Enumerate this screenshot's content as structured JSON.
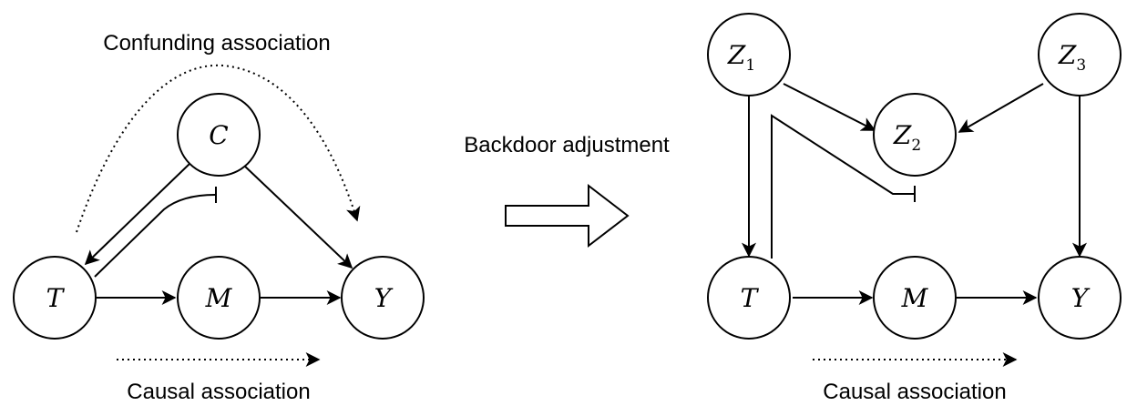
{
  "left_diagram": {
    "title": "Confunding association",
    "footer": "Causal association",
    "nodes": {
      "c": {
        "label": "C",
        "sub": ""
      },
      "t": {
        "label": "T",
        "sub": ""
      },
      "m": {
        "label": "M",
        "sub": ""
      },
      "y": {
        "label": "Y",
        "sub": ""
      }
    }
  },
  "transition": {
    "label": "Backdoor adjustment"
  },
  "right_diagram": {
    "footer": "Causal association",
    "nodes": {
      "z1": {
        "label": "Z",
        "sub": "1"
      },
      "z2": {
        "label": "Z",
        "sub": "2"
      },
      "z3": {
        "label": "Z",
        "sub": "3"
      },
      "t": {
        "label": "T",
        "sub": ""
      },
      "m": {
        "label": "M",
        "sub": ""
      },
      "y": {
        "label": "Y",
        "sub": ""
      }
    }
  },
  "colors": {
    "stroke": "#000000",
    "fill": "#ffffff"
  }
}
